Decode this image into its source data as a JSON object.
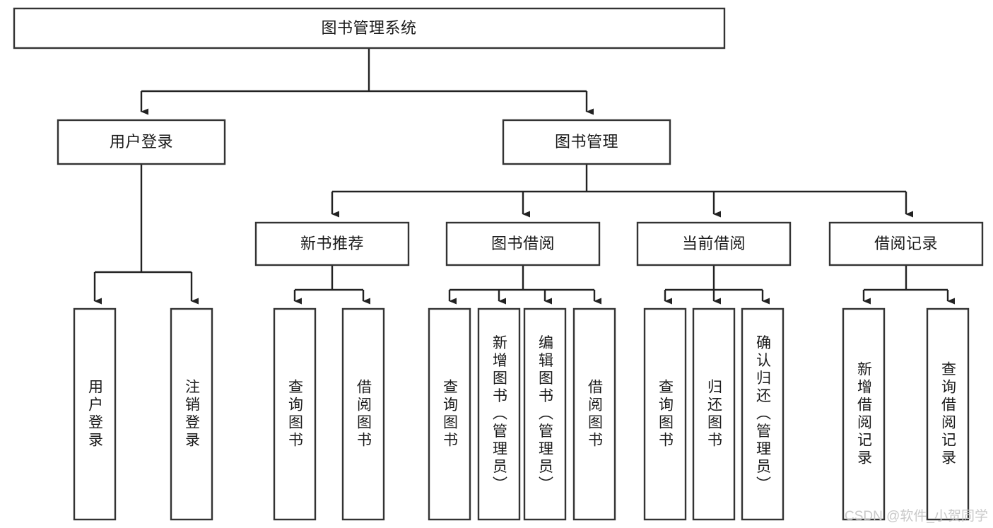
{
  "diagram": {
    "type": "tree-hierarchy",
    "title": "图书管理系统",
    "orientation": "top-down",
    "colors": {
      "box_stroke": "#333333",
      "box_fill": "#ffffff",
      "connector": "#222222",
      "text": "#1a1a1a",
      "watermark": "#c9c9c9"
    },
    "root": {
      "label": "图书管理系统"
    },
    "level2": [
      {
        "label": "用户登录"
      },
      {
        "label": "图书管理"
      }
    ],
    "level3": [
      {
        "label": "新书推荐"
      },
      {
        "label": "图书借阅"
      },
      {
        "label": "当前借阅"
      },
      {
        "label": "借阅记录"
      }
    ],
    "leaves": {
      "user_login": [
        {
          "label": "用户登录"
        },
        {
          "label": "注销登录"
        }
      ],
      "new_book_recommend": [
        {
          "label": "查询图书"
        },
        {
          "label": "借阅图书"
        }
      ],
      "book_borrow": [
        {
          "label": "查询图书"
        },
        {
          "label": "新增图书（管理员）"
        },
        {
          "label": "编辑图书（管理员）"
        },
        {
          "label": "借阅图书"
        }
      ],
      "current_borrow": [
        {
          "label": "查询图书"
        },
        {
          "label": "归还图书"
        },
        {
          "label": "确认归还（管理员）"
        }
      ],
      "borrow_record": [
        {
          "label": "新增借阅记录"
        },
        {
          "label": "查询借阅记录"
        }
      ]
    }
  },
  "watermark": {
    "text": "CSDN @软件_小贺同学"
  }
}
